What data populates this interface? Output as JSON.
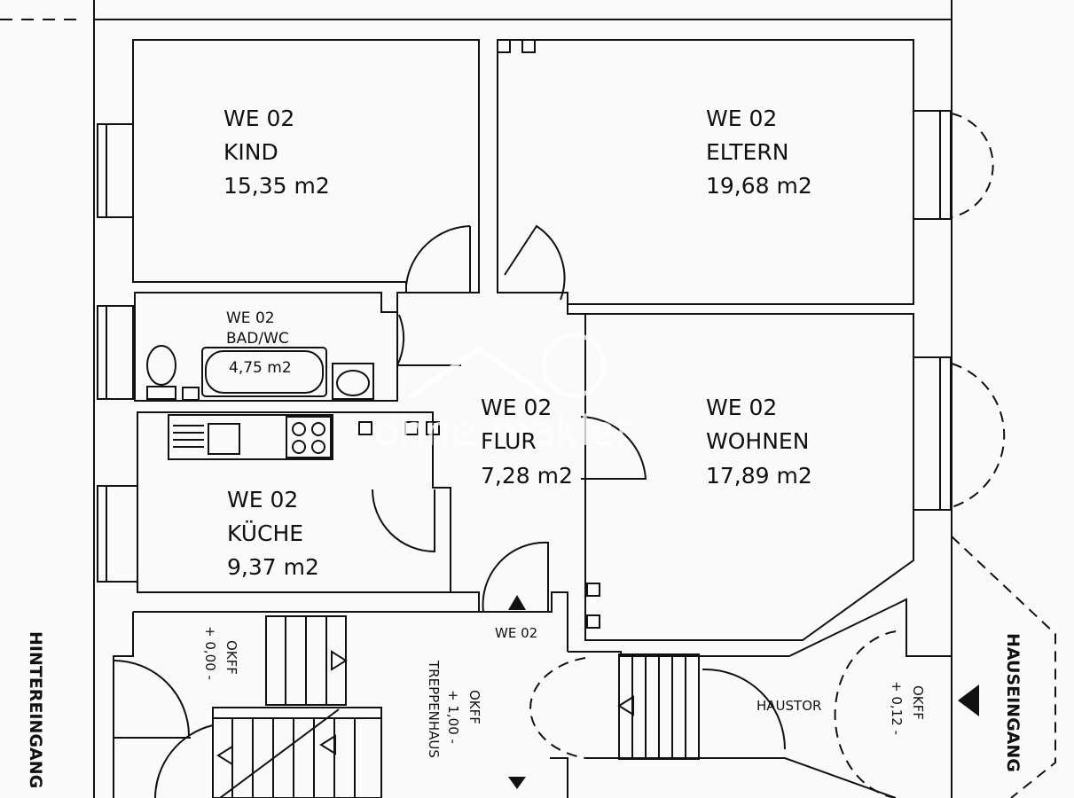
{
  "rooms": {
    "kind": {
      "unit": "WE 02",
      "name": "KIND",
      "area": "15,35 m2"
    },
    "eltern": {
      "unit": "WE 02",
      "name": "ELTERN",
      "area": "19,68 m2"
    },
    "bad": {
      "unit": "WE 02",
      "name": "BAD/WC",
      "area": "4,75 m2"
    },
    "flur": {
      "unit": "WE 02",
      "name": "FLUR",
      "area": "7,28 m2"
    },
    "wohnen": {
      "unit": "WE 02",
      "name": "WOHNEN",
      "area": "17,89 m2"
    },
    "kueche": {
      "unit": "WE 02",
      "name": "KÜCHE",
      "area": "9,37 m2"
    }
  },
  "labels": {
    "entry_unit": "WE 02",
    "haustor": "HAUSTOR",
    "treppenhaus_okff": "OKFF",
    "treppenhaus_level": "+ 1,00 -",
    "treppenhaus_name": "TREPPENHAUS",
    "hinten_okff": "OKFF",
    "hinten_level": "+ 0,00 -",
    "haus_okff": "OKFF",
    "haus_level": "+ 0,12 -",
    "hintereingang": "HINTEREINGANG",
    "hauseingang": "HAUSEINGANG"
  },
  "watermark": "ohne-makler",
  "colors": {
    "line": "#111111",
    "background": "#fafafa"
  }
}
